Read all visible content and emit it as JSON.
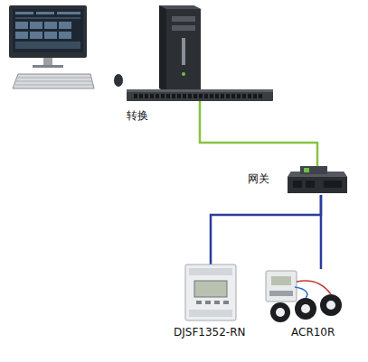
{
  "diagram": {
    "nodes": [
      {
        "text": [
          "转换"
        ]
      },
      {
        "text": [
          "网关"
        ]
      },
      {
        "text": [
          "DJSF1352-RN"
        ]
      },
      {
        "text": [
          "ACR10R"
        ]
      }
    ],
    "edges": [
      {
        "from": 0,
        "to": 1,
        "arrow": "none"
      },
      {
        "from": 1,
        "to": 2,
        "arrow": "none"
      },
      {
        "from": 1,
        "to": 3,
        "arrow": "none"
      }
    ]
  }
}
